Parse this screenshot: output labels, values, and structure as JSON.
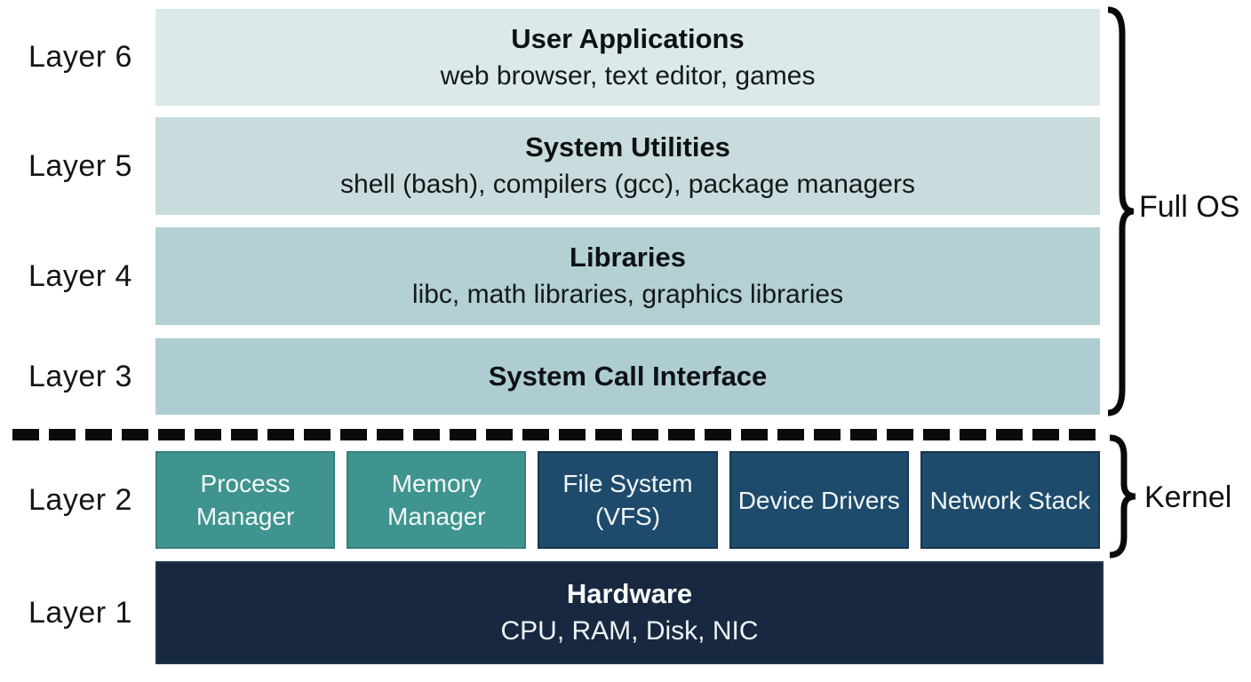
{
  "layers": [
    {
      "label": "Layer 6",
      "title": "User Applications",
      "subtitle": "web browser, text editor, games"
    },
    {
      "label": "Layer 5",
      "title": "System Utilities",
      "subtitle": "shell (bash), compilers (gcc), package managers"
    },
    {
      "label": "Layer 4",
      "title": "Libraries",
      "subtitle": "libc, math libraries, graphics libraries"
    },
    {
      "label": "Layer 3",
      "title": "System Call Interface"
    },
    {
      "label": "Layer 2",
      "modules": [
        "Process Manager",
        "Memory Manager",
        "File System (VFS)",
        "Device Drivers",
        "Network Stack"
      ]
    },
    {
      "label": "Layer 1",
      "title": "Hardware",
      "subtitle": "CPU, RAM, Disk, NIC"
    }
  ],
  "brace_labels": {
    "full_os": "Full OS",
    "kernel": "Kernel"
  },
  "colors": {
    "layer6_bg": "#dce9ea",
    "layer5_bg": "#c9dcdd",
    "layer4_bg": "#b3d0d3",
    "layer3_bg": "#aecdd3",
    "module_teal": "#3f948f",
    "module_blue": "#1e4b6c",
    "hardware_bg": "#172840",
    "divider_black": "#0b0b0b",
    "box_text_dark": "#0e1114",
    "box_text_light": "#f2f8f8"
  }
}
